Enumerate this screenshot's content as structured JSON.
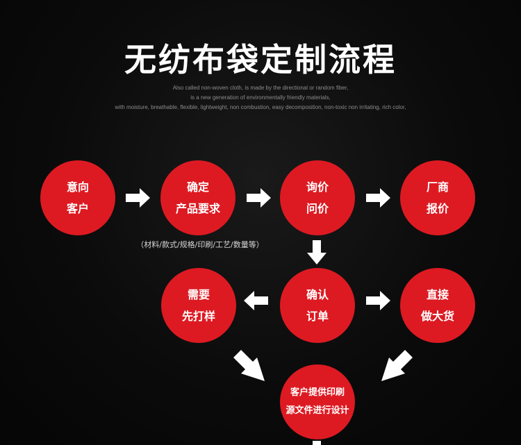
{
  "title": "无纺布袋定制流程",
  "subtitle_lines": [
    "Also called non-woven cloth, is made by the directional or random fiber,",
    "is a new generation of environmentally friendly materials,",
    "with moisture, breathable, flexible, lightweight, non combustion, easy decomposition, non-toxic non irritating, rich color,"
  ],
  "steps": [
    {
      "line1": "意向",
      "line2": "客户"
    },
    {
      "line1": "确定",
      "line2": "产品要求"
    },
    {
      "line1": "询价",
      "line2": "问价"
    },
    {
      "line1": "厂商",
      "line2": "报价"
    },
    {
      "line1": "需要",
      "line2": "先打样"
    },
    {
      "line1": "确认",
      "line2": "订单"
    },
    {
      "line1": "直接",
      "line2": "做大货"
    },
    {
      "line1": "客户提供印刷",
      "line2": "源文件进行设计"
    }
  ],
  "note": "（材料/款式/规格/印刷/工艺/数量等）",
  "colors": {
    "circle": "#dd1a22",
    "arrow": "#ffffff",
    "background": "#0b0b0b"
  }
}
